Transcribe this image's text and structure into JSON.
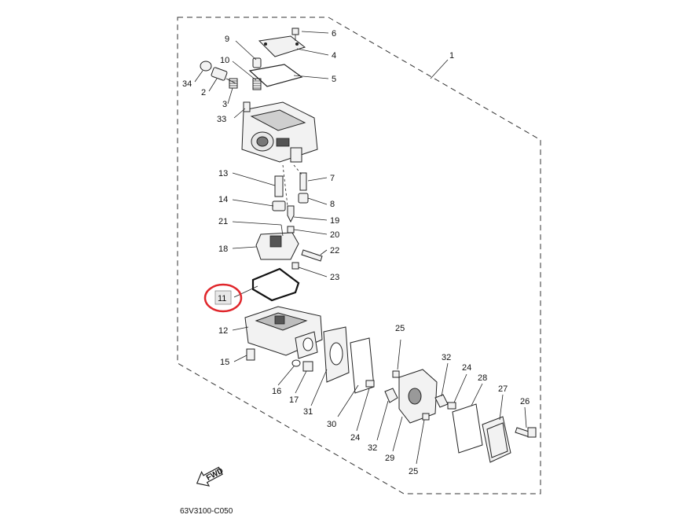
{
  "diagram": {
    "code": "63V3100-C050",
    "fwd_label": "FWD",
    "highlight_color": "#e0262b",
    "highlighted_part": "11",
    "callouts": [
      {
        "id": "c1",
        "text": "1"
      },
      {
        "id": "c2",
        "text": "2"
      },
      {
        "id": "c3",
        "text": "3"
      },
      {
        "id": "c4",
        "text": "4"
      },
      {
        "id": "c5",
        "text": "5"
      },
      {
        "id": "c6",
        "text": "6"
      },
      {
        "id": "c7",
        "text": "7"
      },
      {
        "id": "c8",
        "text": "8"
      },
      {
        "id": "c9",
        "text": "9"
      },
      {
        "id": "c10",
        "text": "10"
      },
      {
        "id": "c11",
        "text": "11"
      },
      {
        "id": "c12",
        "text": "12"
      },
      {
        "id": "c13",
        "text": "13"
      },
      {
        "id": "c14",
        "text": "14"
      },
      {
        "id": "c15",
        "text": "15"
      },
      {
        "id": "c16",
        "text": "16"
      },
      {
        "id": "c17",
        "text": "17"
      },
      {
        "id": "c18",
        "text": "18"
      },
      {
        "id": "c19",
        "text": "19"
      },
      {
        "id": "c20",
        "text": "20"
      },
      {
        "id": "c21",
        "text": "21"
      },
      {
        "id": "c22",
        "text": "22"
      },
      {
        "id": "c23",
        "text": "23"
      },
      {
        "id": "c24a",
        "text": "24"
      },
      {
        "id": "c24b",
        "text": "24"
      },
      {
        "id": "c25a",
        "text": "25"
      },
      {
        "id": "c25b",
        "text": "25"
      },
      {
        "id": "c26",
        "text": "26"
      },
      {
        "id": "c27",
        "text": "27"
      },
      {
        "id": "c28",
        "text": "28"
      },
      {
        "id": "c29",
        "text": "29"
      },
      {
        "id": "c30",
        "text": "30"
      },
      {
        "id": "c31",
        "text": "31"
      },
      {
        "id": "c32a",
        "text": "32"
      },
      {
        "id": "c32b",
        "text": "32"
      },
      {
        "id": "c33",
        "text": "33"
      },
      {
        "id": "c34",
        "text": "34"
      }
    ]
  }
}
